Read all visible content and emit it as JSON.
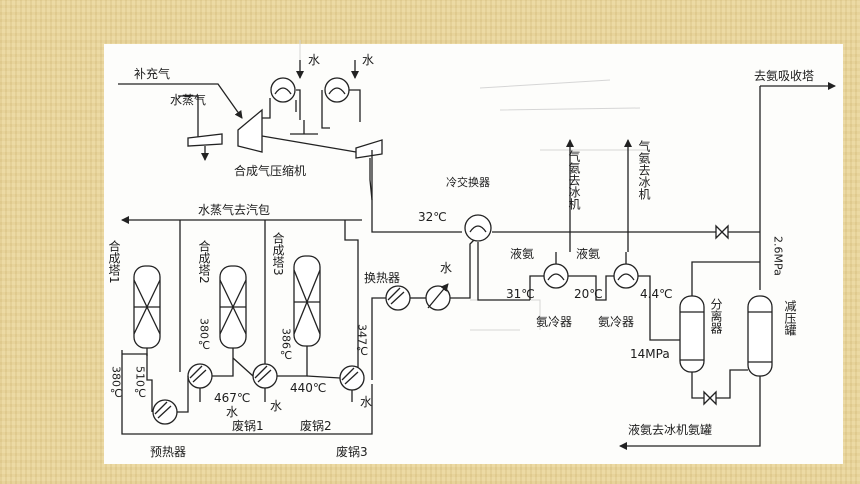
{
  "diagram": {
    "labels": {
      "makeup_gas": "补充气",
      "steam": "水蒸气",
      "water_1": "水",
      "water_2": "水",
      "compressor": "合成气压缩机",
      "ammonia_absorber": "去氨吸收塔",
      "cold_exchanger": "冷交换器",
      "gas_ammonia_1": "气氨去冰机",
      "gas_ammonia_2": "气氨去冰机",
      "temp_32": "32℃",
      "steam_to_drum": "水蒸气去汽包",
      "tower_1": "合成塔1",
      "tower_2": "合成塔2",
      "tower_3": "合成塔3",
      "heat_exchanger": "换热器",
      "water_cooler": "水",
      "liquid_ammonia_1": "液氨",
      "liquid_ammonia_2": "液氨",
      "pressure_26": "2.6MPa",
      "temp_31": "31℃",
      "temp_20": "20℃",
      "temp_44": "4.4℃",
      "ammonia_cooler_1": "氨冷器",
      "ammonia_cooler_2": "氨冷器",
      "separator": "分离器",
      "decompression_tank": "减压罐",
      "pressure_14": "14MPa",
      "temp_380_a": "380℃",
      "temp_510": "510℃",
      "temp_380_b": "380℃",
      "temp_386": "386℃",
      "temp_347": "347℃",
      "temp_467": "467℃",
      "temp_440": "440℃",
      "water_wb1": "水",
      "water_wb2": "水",
      "water_wb3": "水",
      "waste_boiler_1": "废锅1",
      "waste_boiler_2": "废锅2",
      "waste_boiler_3": "废锅3",
      "preheater": "预热器",
      "liquid_ammonia_tank": "液氨去冰机氨罐"
    }
  }
}
